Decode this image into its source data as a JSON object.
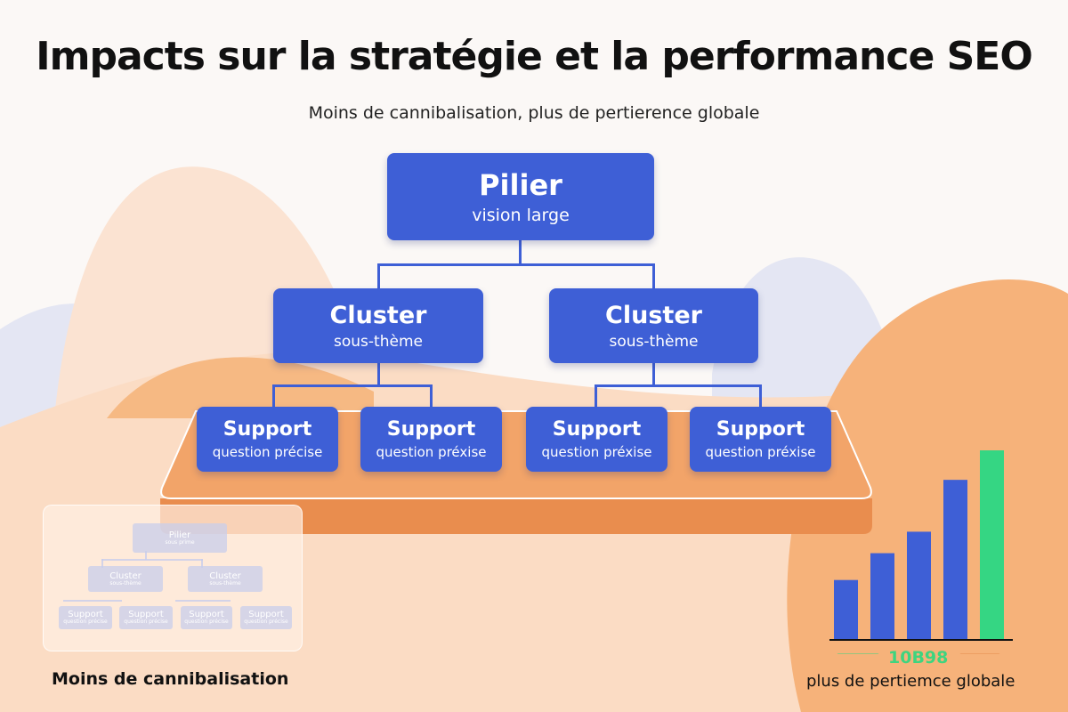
{
  "title": "Impacts sur la stratégie et la performance SEO",
  "subtitle": "Moins de cannibalisation, plus de pertierence globale",
  "tree": {
    "pillar": {
      "title": "Pilier",
      "subtitle": "vision large"
    },
    "clusters": [
      {
        "title": "Cluster",
        "subtitle": "sous-thème"
      },
      {
        "title": "Cluster",
        "subtitle": "sous-thème"
      }
    ],
    "supports": [
      {
        "title": "Support",
        "subtitle": "question précise"
      },
      {
        "title": "Support",
        "subtitle": "question préxise"
      },
      {
        "title": "Support",
        "subtitle": "question préxise"
      },
      {
        "title": "Support",
        "subtitle": "question préxise"
      }
    ]
  },
  "mini_tree": {
    "pillar": {
      "title": "Pilier",
      "subtitle": "sous prime"
    },
    "clusters": [
      {
        "title": "Cluster",
        "subtitle": "sous-thème"
      },
      {
        "title": "Cluster",
        "subtitle": "sous-thème"
      }
    ],
    "supports": [
      {
        "title": "Support",
        "subtitle": "question précise"
      },
      {
        "title": "Support",
        "subtitle": "question précise"
      },
      {
        "title": "Support",
        "subtitle": "question précise"
      },
      {
        "title": "Support",
        "subtitle": "question précise"
      }
    ]
  },
  "left_caption": "Moins de cannibalisation",
  "chart_data": {
    "type": "bar",
    "values": [
      66,
      96,
      120,
      178,
      211
    ],
    "colors": [
      "#3e5fd6",
      "#3e5fd6",
      "#3e5fd6",
      "#3e5fd6",
      "#35d683"
    ],
    "label": "10B98",
    "caption": "plus de pertiemce globale"
  },
  "colors": {
    "box": "#3e5fd6",
    "orange": "#f4b47e",
    "green": "#35d683"
  }
}
